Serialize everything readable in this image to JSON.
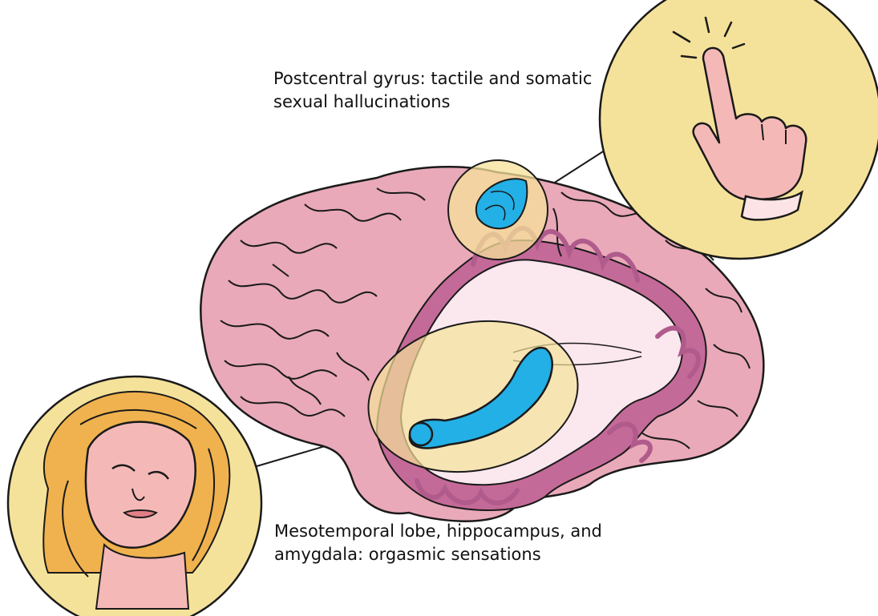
{
  "labels": {
    "postcentral": {
      "line1": "Postcentral gyrus: tactile and somatic",
      "line2": "sexual hallucinations"
    },
    "mesotemporal": {
      "line1": "Mesotemporal lobe, hippocampus, and",
      "line2": "amygdala: orgasmic sensations"
    }
  },
  "colors": {
    "brain_pink": "#e9a9b9",
    "sulcus_magenta": "#b05b8c",
    "highlight_yellow": "#f5e29a",
    "region_blue": "#22b0e6",
    "skin": "#f4b9b7",
    "hair": "#f0b24e",
    "outline": "#1a1a1a"
  },
  "icons": [
    "pointing-hand-icon",
    "woman-face-icon",
    "brain-illustration"
  ]
}
